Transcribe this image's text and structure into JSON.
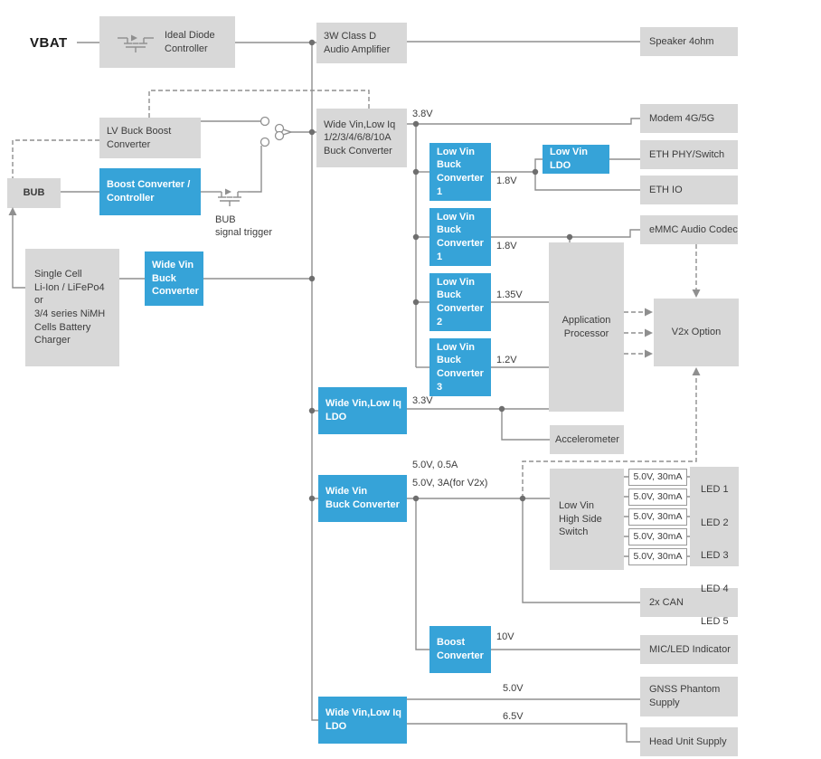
{
  "diagram": {
    "vbat": "VBAT",
    "bub_signal_trigger": "BUB\nsignal trigger",
    "gray_boxes": {
      "ideal_diode": "Ideal Diode\nController",
      "audio_amp": "3W Class D\nAudio Amplifier",
      "speaker": "Speaker 4ohm",
      "lv_buck_boost": "LV Buck Boost\nConverter",
      "bub": "BUB",
      "battery": "Single Cell\nLi-Ion / LiFePo4\nor\n3/4 series NiMH\nCells Battery\nCharger",
      "wide_buck_multi": "Wide Vin,Low Iq\n1/2/3/4/6/8/10A\nBuck Converter",
      "modem": "Modem 4G/5G",
      "eth_phy": "ETH PHY/Switch",
      "eth_io": "ETH IO",
      "emmc": "eMMC Audio Codec",
      "app_processor": "Application\nProcessor",
      "v2x": "V2x Option",
      "accelerometer": "Accelerometer",
      "high_side_switch": "Low Vin\nHigh Side\nSwitch",
      "can": "2x CAN",
      "mic_led": "MIC/LED Indicator",
      "gnss": "GNSS Phantom\nSupply",
      "head_unit": "Head Unit Supply"
    },
    "blue_boxes": {
      "boost_controller": "Boost Converter /\nController",
      "wide_vin_buck_batt": "Wide Vin\nBuck Converter",
      "low_vin_buck_1a": "Low Vin\nBuck\nConverter 1",
      "low_vin_ldo": "Low Vin LDO",
      "low_vin_buck_1b": "Low Vin\nBuck\nConverter 1",
      "low_vin_buck_2": "Low Vin\nBuck\nConverter 2",
      "low_vin_buck_3": "Low Vin\nBuck\nConverter 3",
      "wide_ldo_33": "Wide Vin,Low Iq\nLDO",
      "wide_buck_5v": "Wide Vin\nBuck Converter",
      "boost_10v": "Boost\nConverter",
      "wide_ldo_bottom": "Wide Vin,Low Iq\nLDO"
    },
    "rails": {
      "v38": "3.8V",
      "v18a": "1.8V",
      "v18b": "1.8V",
      "v135": "1.35V",
      "v12": "1.2V",
      "v33": "3.3V",
      "v50_05": "5.0V, 0.5A",
      "v50_3": "5.0V, 3A(for V2x)",
      "v10": "10V",
      "v50": "5.0V",
      "v65": "6.5V"
    },
    "led_rows": [
      {
        "supply": "5.0V, 30mA",
        "led": "LED 1"
      },
      {
        "supply": "5.0V, 30mA",
        "led": "LED 2"
      },
      {
        "supply": "5.0V, 30mA",
        "led": "LED 3"
      },
      {
        "supply": "5.0V, 30mA",
        "led": "LED 4"
      },
      {
        "supply": "5.0V, 30mA",
        "led": "LED 5"
      }
    ],
    "colors": {
      "accent_blue": "#36a3d8",
      "box_gray": "#d8d8d8",
      "wire_gray": "#8f8f8f",
      "text_gray": "#3c3c3c"
    }
  }
}
